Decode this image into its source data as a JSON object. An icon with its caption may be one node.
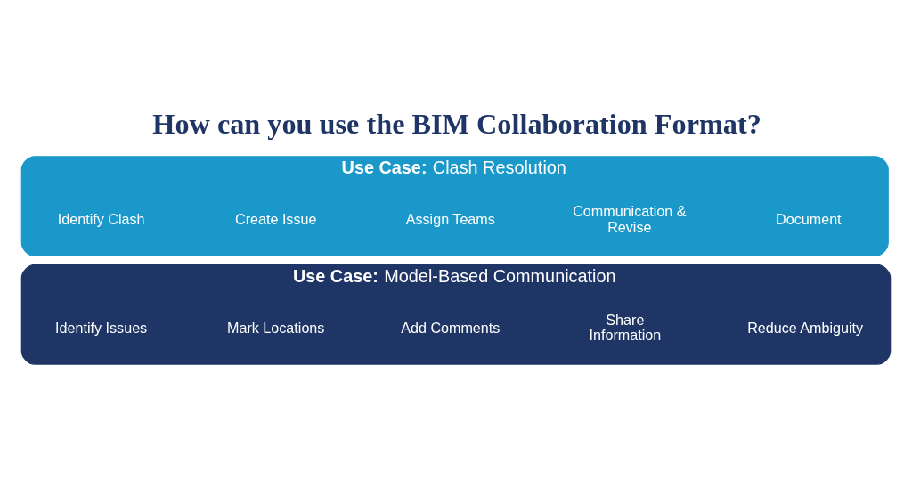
{
  "diagram": {
    "title": "How can you use the BIM Collaboration Format?",
    "nodes": [
      {
        "text": [
          "**Use Case:** Clash Resolution"
        ]
      },
      {
        "text": [
          "Identify Clash"
        ],
        "in": 0
      },
      {
        "text": [
          "Create Issue"
        ],
        "in": 0
      },
      {
        "text": [
          "Assign Teams"
        ],
        "in": 0
      },
      {
        "text": [
          "Communication & Revise"
        ],
        "in": 0
      },
      {
        "text": [
          "Document"
        ],
        "in": 0
      },
      {
        "text": [
          "**Use Case:** Model-Based Communication"
        ]
      },
      {
        "text": [
          "Identify Issues"
        ],
        "in": 6
      },
      {
        "text": [
          "Mark Locations"
        ],
        "in": 6
      },
      {
        "text": [
          "Add Comments"
        ],
        "in": 6
      },
      {
        "text": [
          "Share Information"
        ],
        "in": 6
      },
      {
        "text": [
          "Reduce Ambiguity"
        ],
        "in": 6
      }
    ],
    "edges": []
  }
}
